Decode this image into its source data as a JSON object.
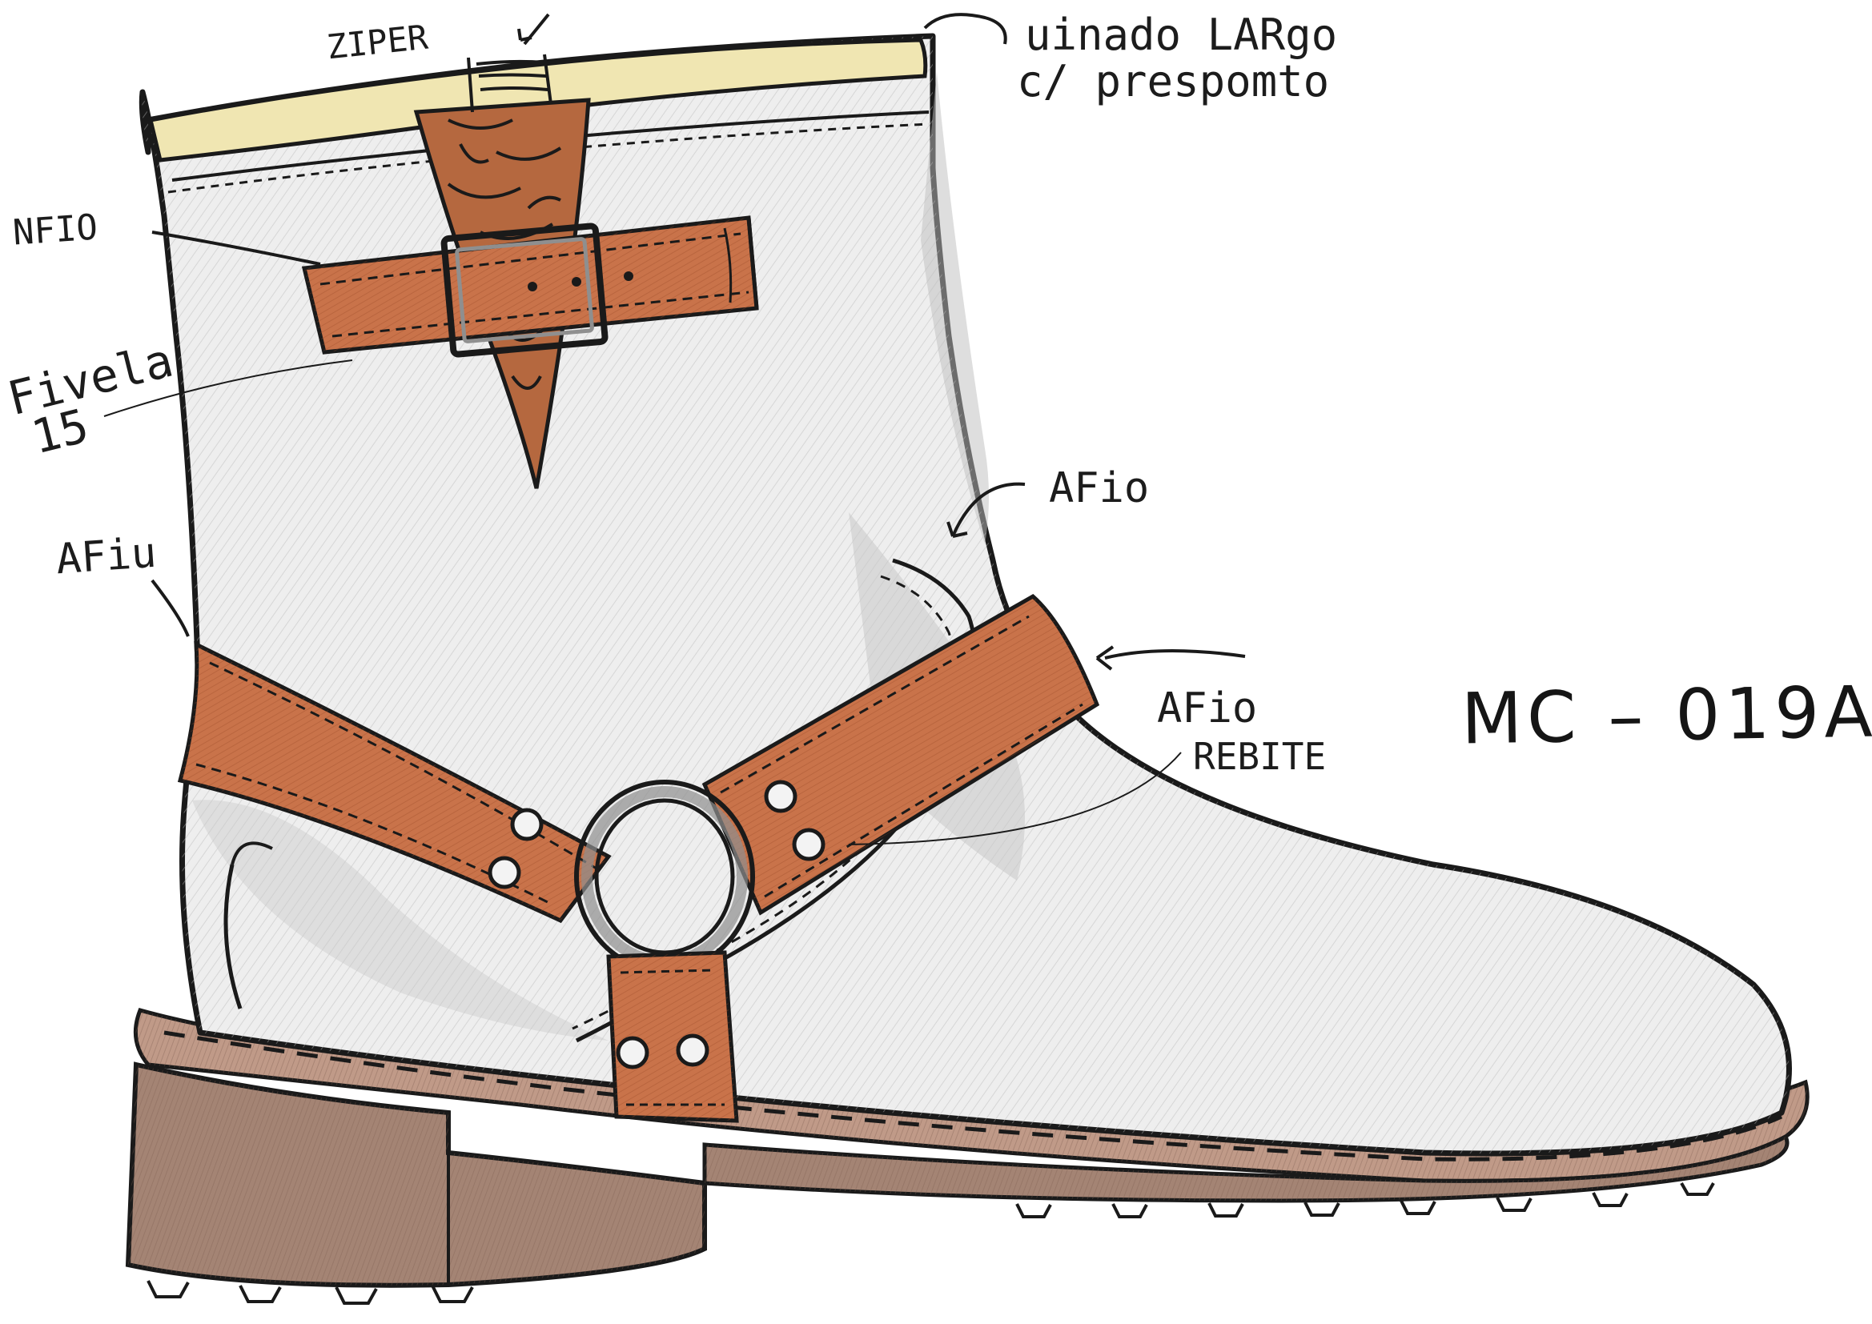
{
  "annotations": {
    "zipper": "ZIPER",
    "lining_line1": "uinado LARgo",
    "lining_line2": "c/ prespomto",
    "strap_top_left": "NFIO",
    "buckle_line1": "Fivela",
    "buckle_line2": "15",
    "harness_left": "AFiu",
    "harness_right": "AFio",
    "harness_ring_line1": "AFio",
    "harness_ring_line2": "REBITE",
    "model_code": "MC – 019A"
  },
  "colors": {
    "outline": "#1a1a1a",
    "leather_upper": "#eeeeee",
    "shading": "#c9c9c9",
    "strap_leather": "#c9734a",
    "strap_leather_dark": "#a9532f",
    "snake_panel": "#b5683f",
    "sole": "#a48474",
    "sole_welt": "#c09a88",
    "lining": "#f0e6b2",
    "hardware": "#8f8f8f"
  },
  "icons": [
    "arrow-icon",
    "buckle-icon",
    "ring-icon",
    "rivet-icon"
  ]
}
